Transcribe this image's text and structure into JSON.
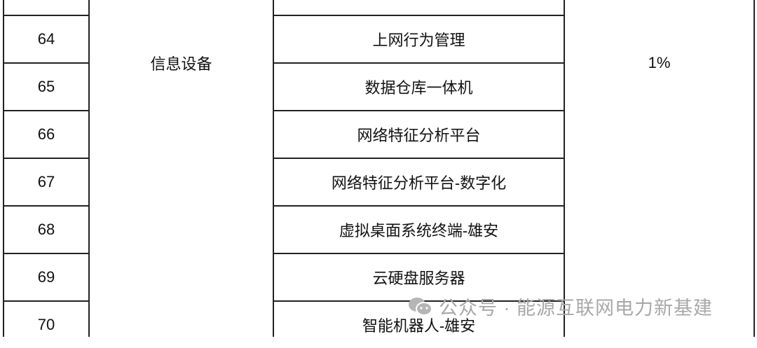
{
  "table": {
    "category": "信息设备",
    "ratio": "1%",
    "rows": [
      {
        "no": "64",
        "name": "上网行为管理"
      },
      {
        "no": "65",
        "name": "数据仓库一体机"
      },
      {
        "no": "66",
        "name": "网络特征分析平台"
      },
      {
        "no": "67",
        "name": "网络特征分析平台-数字化"
      },
      {
        "no": "68",
        "name": "虚拟桌面系统终端-雄安"
      },
      {
        "no": "69",
        "name": "云硬盘服务器"
      },
      {
        "no": "70",
        "name": "智能机器人-雄安"
      }
    ]
  },
  "watermark": {
    "icon": "wechat-icon",
    "text": "公众号 · 能源互联网电力新基建"
  }
}
